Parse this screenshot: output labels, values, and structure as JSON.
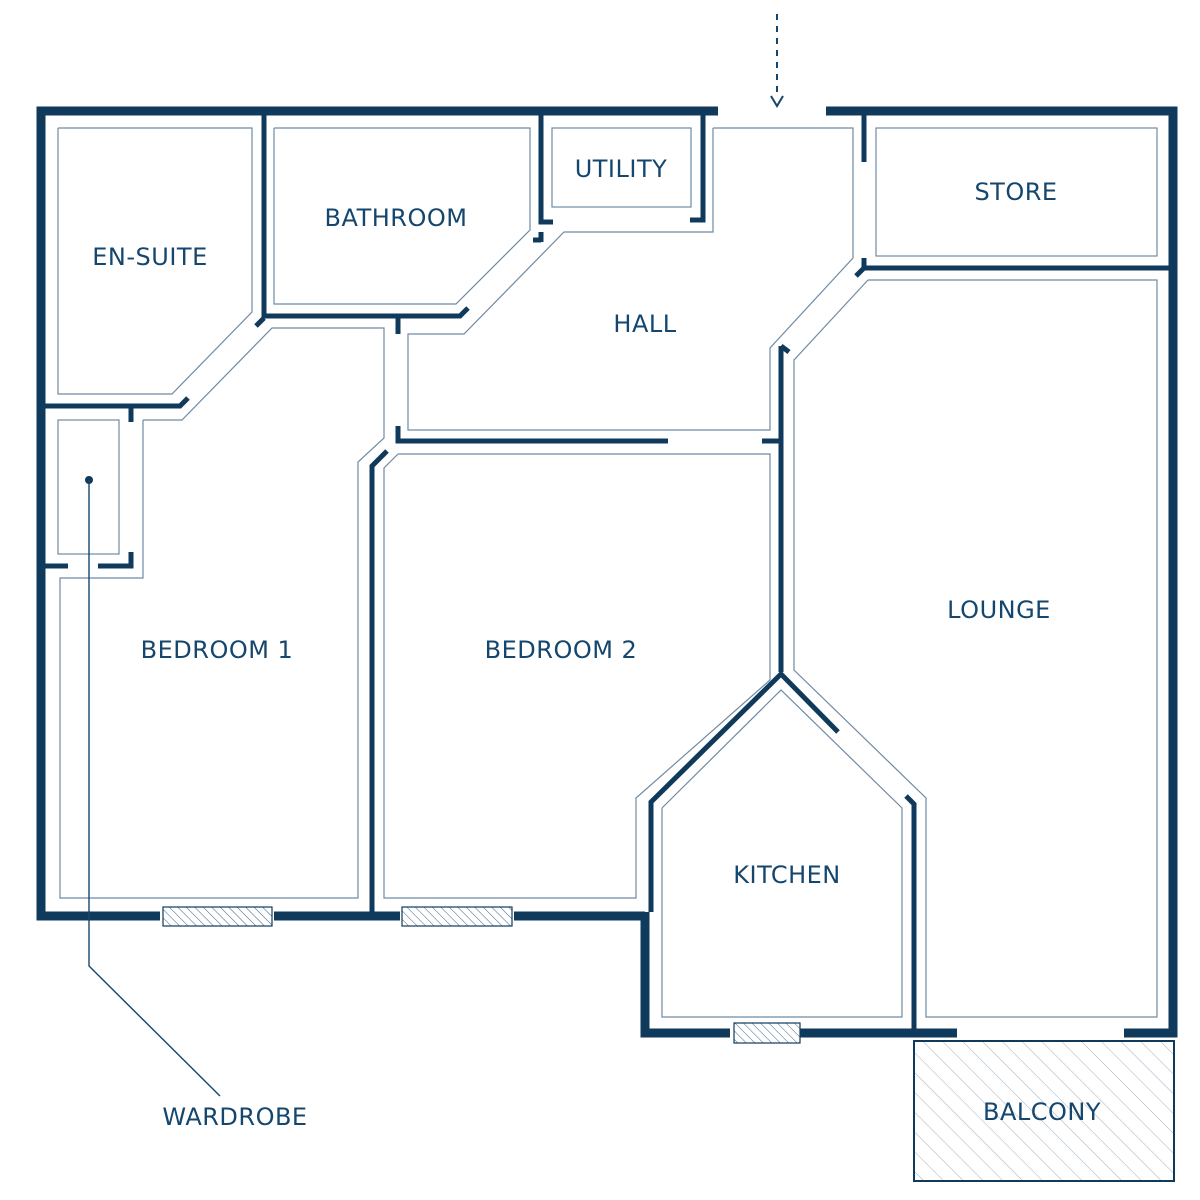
{
  "colors": {
    "wall": "#0f3a5c",
    "label": "#14466e",
    "inner_line": "#6f8aa3",
    "background": "#ffffff"
  },
  "rooms": {
    "en_suite": "EN-SUITE",
    "bathroom": "BATHROOM",
    "utility": "UTILITY",
    "store": "STORE",
    "hall": "HALL",
    "lounge": "LOUNGE",
    "bedroom_1": "BEDROOM 1",
    "bedroom_2": "BEDROOM 2",
    "kitchen": "KITCHEN",
    "balcony": "BALCONY"
  },
  "callouts": {
    "wardrobe": "WARDROBE"
  },
  "icons": {
    "entrance": "entrance-arrow-icon"
  }
}
